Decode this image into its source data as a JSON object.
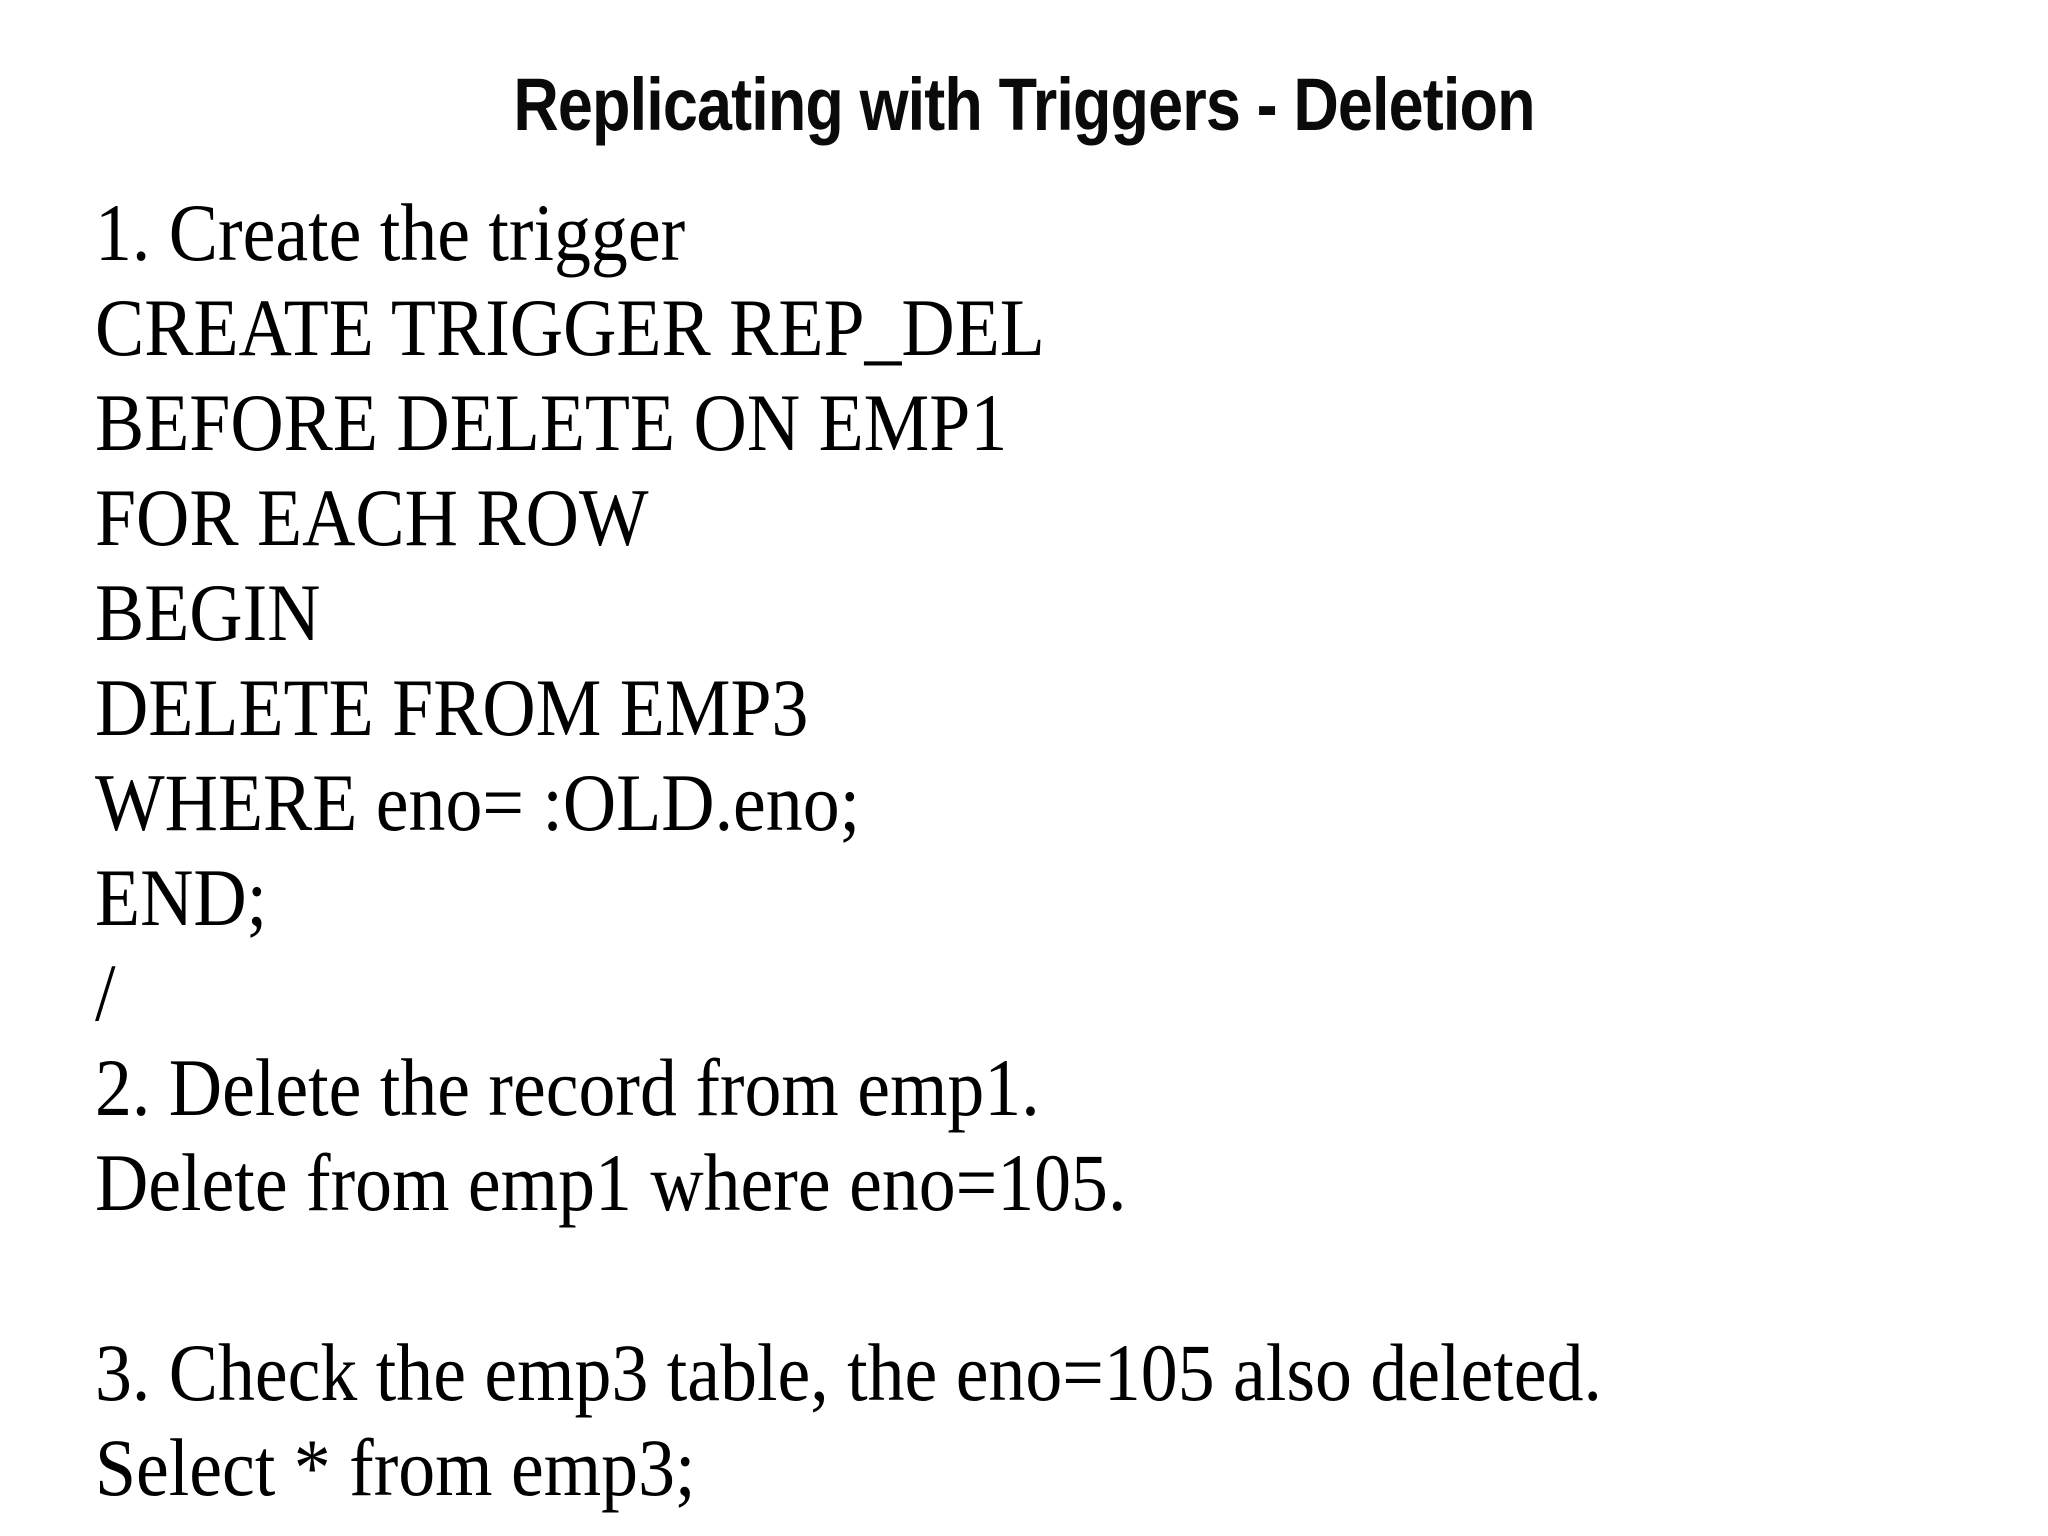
{
  "slide": {
    "title": "Replicating with Triggers - Deletion",
    "body_lines": [
      "1. Create the trigger",
      "CREATE TRIGGER REP_DEL",
      "BEFORE DELETE ON EMP1",
      "FOR EACH ROW",
      "BEGIN",
      "DELETE FROM EMP3",
      "WHERE eno= :OLD.eno;",
      "END;",
      "/",
      "2. Delete the record from emp1.",
      "Delete from emp1 where eno=105.",
      "",
      "3. Check the emp3 table, the eno=105 also deleted.",
      "Select * from emp3;"
    ],
    "colors": {
      "background": "#ffffff",
      "text": "#000000"
    }
  }
}
